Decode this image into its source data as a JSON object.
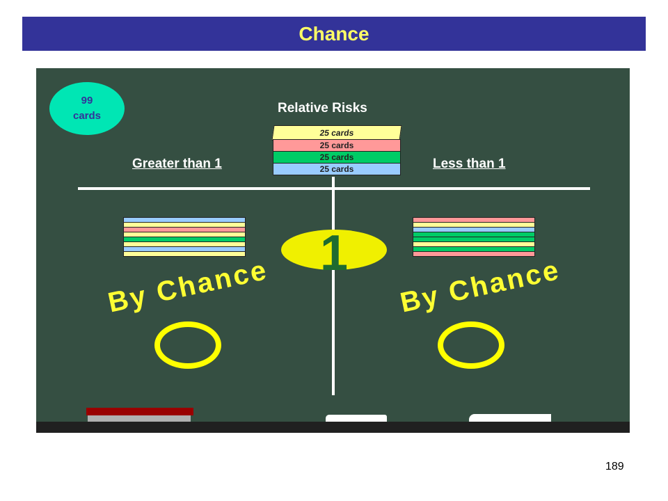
{
  "title": "Chance",
  "board": {
    "count_badge": {
      "number": "99",
      "unit": "cards"
    },
    "heading": "Relative Risks",
    "left_label": "Greater than 1",
    "right_label": "Less than 1",
    "center_value": "1",
    "left_caption": "By Chance",
    "right_caption": "By Chance",
    "deck": [
      {
        "label": "25 cards",
        "color": "#ffff99"
      },
      {
        "label": "25 cards",
        "color": "#ff9999"
      },
      {
        "label": "25 cards",
        "color": "#00cc66"
      },
      {
        "label": "25 cards",
        "color": "#99ccff"
      }
    ],
    "left_pile_colors": [
      "#99ccff",
      "#ffff99",
      "#ff9999",
      "#ffff99",
      "#00cc66",
      "#ffff99",
      "#99ccff",
      "#ffff99"
    ],
    "right_pile_colors": [
      "#ff9999",
      "#ffff99",
      "#99ccff",
      "#00cc66",
      "#00cc66",
      "#ffff99",
      "#00cc66",
      "#ff9999"
    ],
    "colors": {
      "title_bg": "#333399",
      "title_text": "#ffff66",
      "board": "#354f42",
      "caption": "#ffff33"
    }
  },
  "page_number": "189"
}
